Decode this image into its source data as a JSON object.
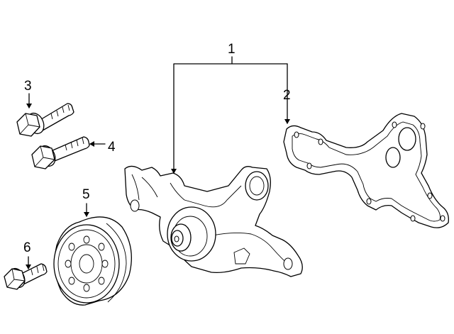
{
  "callouts": {
    "c1": "1",
    "c2": "2",
    "c3": "3",
    "c4": "4",
    "c5": "5",
    "c6": "6"
  },
  "parts": {
    "p1": "water-pump-assembly",
    "p2": "water-pump-gasket",
    "p3": "flange-bolt-long",
    "p4": "flange-bolt-short",
    "p5": "water-pump-pulley",
    "p6": "pulley-bolt"
  },
  "colors": {
    "line": "#000000",
    "background": "#ffffff"
  }
}
